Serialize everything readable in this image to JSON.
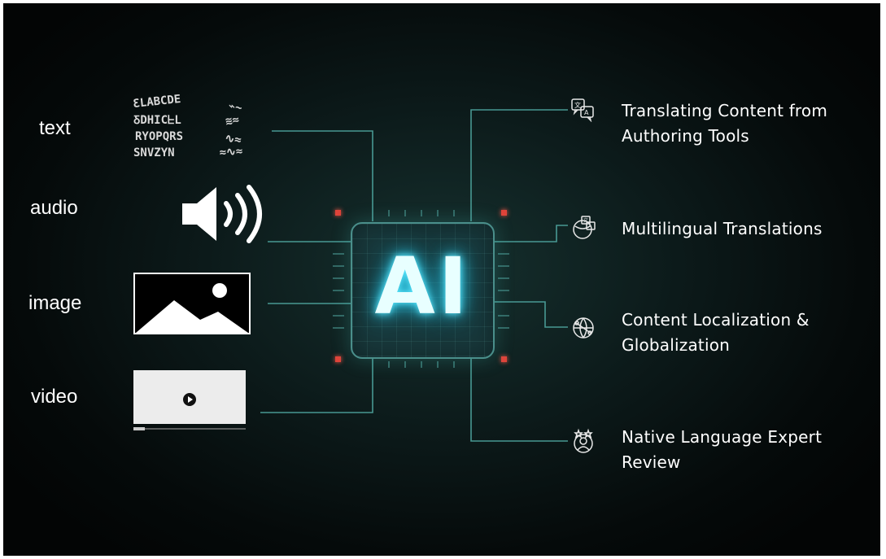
{
  "inputs": {
    "text": "text",
    "audio": "audio",
    "image": "image",
    "video": "video"
  },
  "chip": {
    "label": "AI"
  },
  "outputs": [
    {
      "icon": "translate-icon",
      "lines": [
        "Translating Content from",
        "Authoring Tools"
      ]
    },
    {
      "icon": "multilingual-icon",
      "lines": [
        "Multilingual Translations"
      ]
    },
    {
      "icon": "globe-icon",
      "lines": [
        "Content Localization &",
        "Globalization"
      ]
    },
    {
      "icon": "expert-icon",
      "lines": [
        "Native Language Expert",
        "Review"
      ]
    }
  ],
  "colors": {
    "wire": "#4fa6a0",
    "glow": "#5fe9ff",
    "accent_red": "#e0443a"
  }
}
